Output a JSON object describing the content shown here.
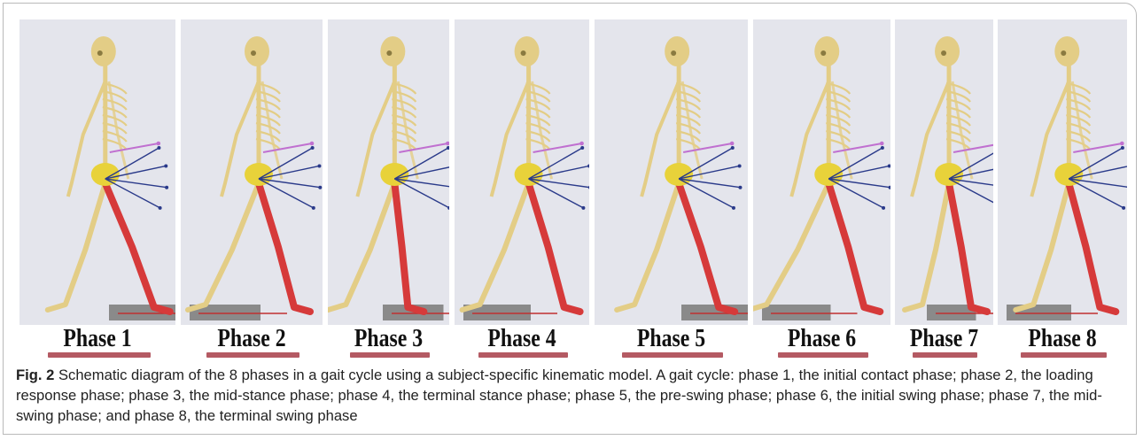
{
  "figure": {
    "panels": [
      {
        "label": "Phase 1"
      },
      {
        "label": "Phase 2"
      },
      {
        "label": "Phase 3"
      },
      {
        "label": "Phase 4"
      },
      {
        "label": "Phase 5"
      },
      {
        "label": "Phase 6"
      },
      {
        "label": "Phase 7"
      },
      {
        "label": "Phase 8"
      }
    ],
    "colors": {
      "panel_bg": "#e4e5ec",
      "bone": "#e3cd86",
      "highlight_leg": "#d63a3a",
      "pelvis": "#e8d23a",
      "force_vector": "#c070d0",
      "muscle_vector": "#2a3a8a",
      "ground_plate": "#8a8a8a",
      "phase_bar": "#b45a63"
    }
  },
  "caption": {
    "fig_label": "Fig. 2",
    "text": "Schematic diagram of the 8 phases in a gait cycle using a subject-specific kinematic model. A gait cycle: phase 1, the initial contact phase; phase 2, the loading response phase; phase 3, the mid-stance phase; phase 4, the terminal stance phase; phase 5, the pre-swing phase; phase 6, the initial swing phase; phase 7, the mid-swing phase; and phase 8, the terminal swing phase"
  }
}
